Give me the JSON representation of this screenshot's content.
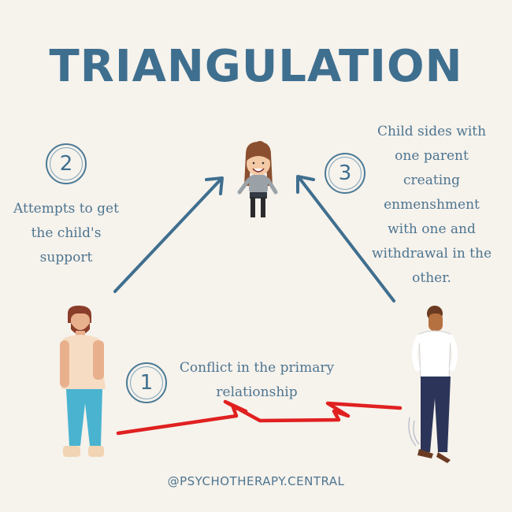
{
  "title": "TRIANGULATION",
  "steps": [
    {
      "number": "1",
      "text_lines": [
        "Conflict in the primary",
        "relationship"
      ]
    },
    {
      "number": "2",
      "text_lines": [
        "Attempts to get",
        "the child's",
        "support"
      ]
    },
    {
      "number": "3",
      "text_lines": [
        "Child sides with",
        "one parent",
        "creating",
        "enmenshment",
        "with one and",
        "withdrawal in the",
        "other."
      ]
    }
  ],
  "footer": "@PSYCHOTHERAPY.CENTRAL",
  "colors": {
    "background": "#f6f2ec",
    "accent": "#3f6f8f",
    "arrow": "#3f6f8f",
    "conflict_line": "#e02020"
  },
  "figures": [
    "child-figure",
    "father-figure",
    "mother-figure"
  ]
}
